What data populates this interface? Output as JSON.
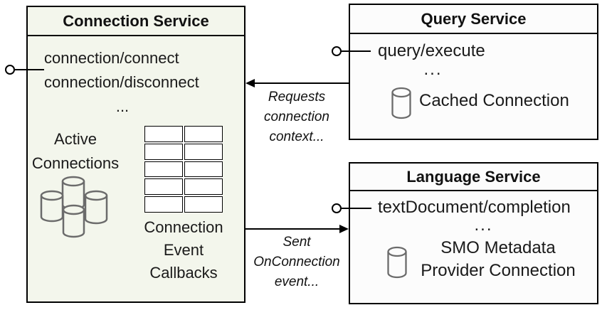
{
  "colors": {
    "connection_box_bg": "#f3f6ec",
    "service_box_bg": "#fcfcfc",
    "border": "#000000",
    "cylinder_stroke": "#6b6b6b",
    "text": "#1a1a1a"
  },
  "connection_service": {
    "title": "Connection Service",
    "method_1": "connection/connect",
    "method_2": "connection/disconnect",
    "ellipsis": "...",
    "active_label_1": "Active",
    "active_label_2": "Connections",
    "callbacks_label_1": "Connection",
    "callbacks_label_2": "Event",
    "callbacks_label_3": "Callbacks"
  },
  "query_service": {
    "title": "Query Service",
    "method": "query/execute",
    "ellipsis": "...",
    "connection_label": "Cached Connection"
  },
  "language_service": {
    "title": "Language Service",
    "method": "textDocument/completion",
    "ellipsis": "...",
    "connection_label_1": "SMO Metadata",
    "connection_label_2": "Provider Connection"
  },
  "arrow_requests": {
    "line_1": "Requests",
    "line_2": "connection",
    "line_3": "context..."
  },
  "arrow_sent": {
    "line_1": "Sent",
    "line_2": "OnConnection",
    "line_3": "event..."
  }
}
